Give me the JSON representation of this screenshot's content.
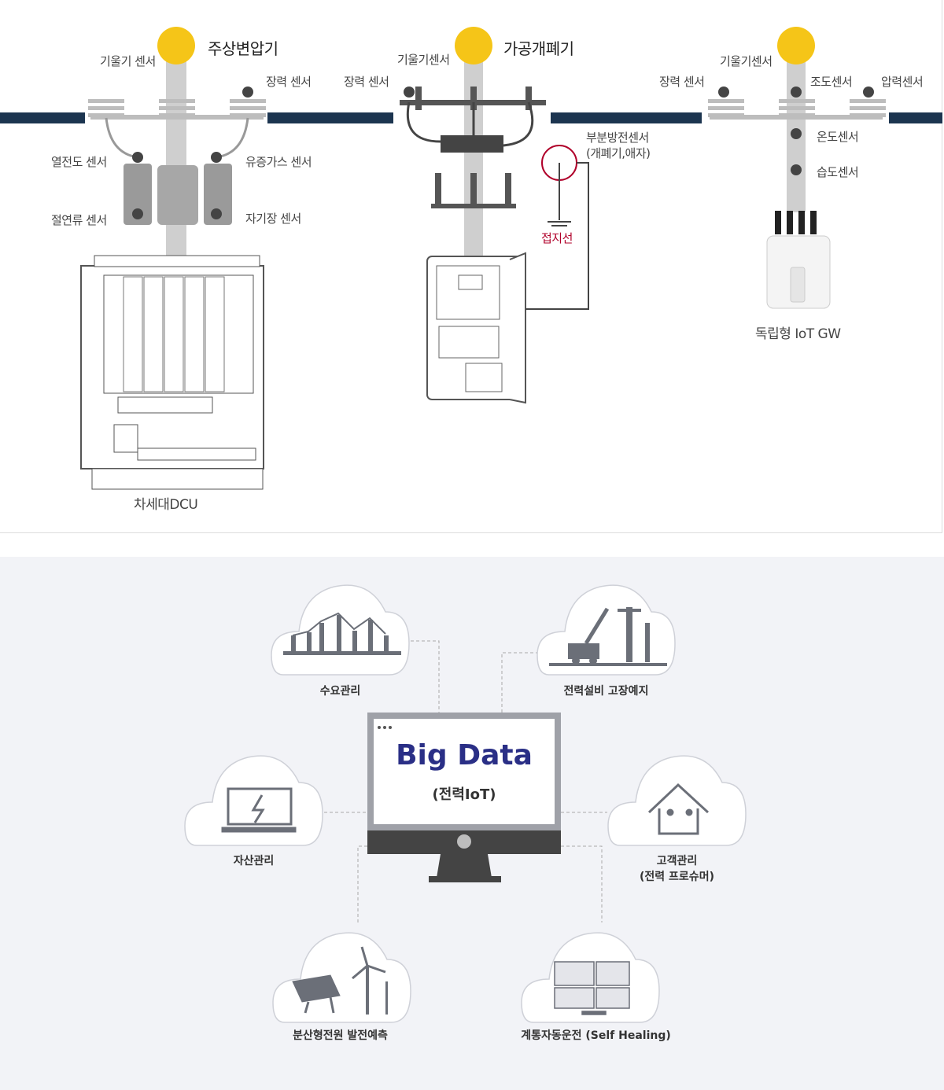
{
  "top": {
    "poles": [
      {
        "title": "주상변압기"
      },
      {
        "title": "가공개폐기"
      },
      {
        "title": ""
      }
    ],
    "pole1": {
      "tilt": "기울기 센서",
      "tension": "장력 센서",
      "thermal": "열전도 센서",
      "oilgas": "유증가스 센서",
      "insulation": "절연류 센서",
      "magnetic": "자기장 센서",
      "device": "차세대DCU"
    },
    "pole2": {
      "tension": "장력 센서",
      "tilt": "기울기센서",
      "partial_line1": "부분방전센서",
      "partial_line2": "(개폐기,애자)",
      "ground": "접지선"
    },
    "pole3": {
      "tilt": "기울기센서",
      "tension": "장력 센서",
      "illum": "조도센서",
      "pressure": "압력센서",
      "temp": "온도센서",
      "humid": "습도센서",
      "device": "독립형 IoT GW"
    }
  },
  "bottom": {
    "center_title": "Big Data",
    "center_sub": "(전력IoT)",
    "items": {
      "demand": "수요관리",
      "fault": "전력설비 고장예지",
      "asset": "자산관리",
      "customer1": "고객관리",
      "customer2": "(전력 프로슈머)",
      "distributed": "분산형전원 발전예측",
      "selfheal": "계통자동운전 (Self Healing)"
    }
  },
  "colors": {
    "line": "#1c3550",
    "ball": "#f5c518",
    "pole": "#cfcfcf",
    "accent": "#2a2f86",
    "red": "#b0002a"
  }
}
